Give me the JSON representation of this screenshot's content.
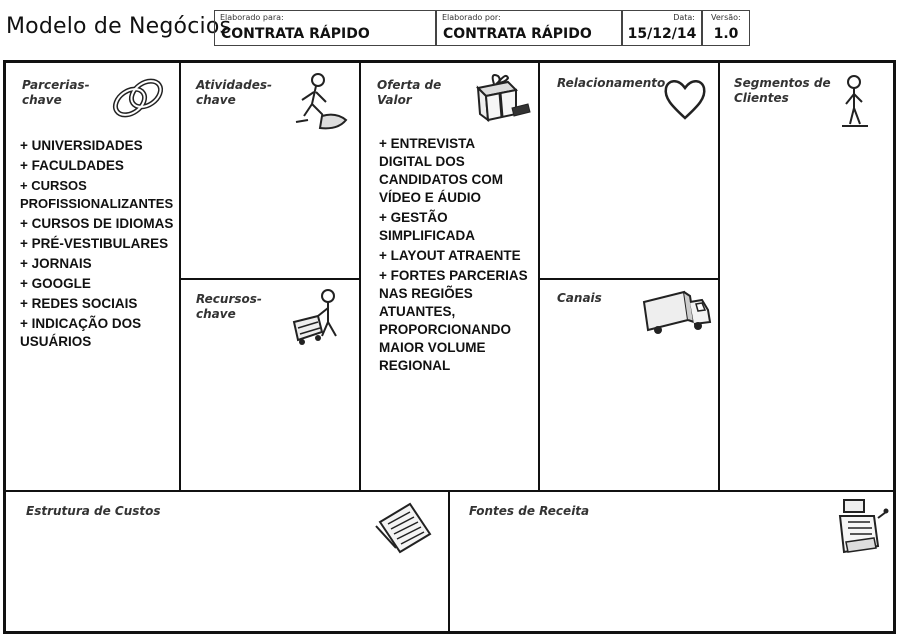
{
  "header": {
    "title": "Modelo de Negócios",
    "prepared_for_label": "Elaborado para:",
    "prepared_for": "CONTRATA RÁPIDO",
    "prepared_by_label": "Elaborado por:",
    "prepared_by": "CONTRATA RÁPIDO",
    "date_label": "Data:",
    "date": "15/12/14",
    "version_label": "Versão:",
    "version": "1.0"
  },
  "blocks": {
    "partners": {
      "title": "Parcerias-chave",
      "icon": "chain-links-icon",
      "items": [
        "+ UNIVERSIDADES",
        "+ FACULDADES",
        "+ CURSOS PROFISSIONALIZANTES",
        "+ CURSOS DE IDIOMAS",
        "+ PRÉ-VESTIBULARES",
        "+ JORNAIS",
        "+ GOOGLE",
        "+ REDES SOCIAIS",
        "+ INDICAÇÃO DOS USUÁRIOS"
      ]
    },
    "activities": {
      "title": "Atividades-chave",
      "icon": "person-working-icon"
    },
    "resources": {
      "title": "Recursos-chave",
      "icon": "worker-with-cart-icon"
    },
    "value": {
      "title": "Oferta de Valor",
      "icon": "gift-box-icon",
      "items": [
        "+ ENTREVISTA DIGITAL DOS CANDIDATOS COM VÍDEO E ÁUDIO",
        "+ GESTÃO SIMPLIFICADA",
        "+ LAYOUT ATRAENTE",
        "+ FORTES PARCERIAS NAS REGIÕES ATUANTES, PROPORCIONANDO MAIOR VOLUME REGIONAL"
      ]
    },
    "relationship": {
      "title": "Relacionamento",
      "icon": "heart-icon"
    },
    "channels": {
      "title": "Canais",
      "icon": "truck-icon"
    },
    "segments": {
      "title": "Segmentos de Clientes",
      "icon": "standing-person-icon"
    },
    "costs": {
      "title": "Estrutura de Custos",
      "icon": "receipt-icon"
    },
    "revenue": {
      "title": "Fontes de Receita",
      "icon": "cash-register-icon"
    }
  }
}
